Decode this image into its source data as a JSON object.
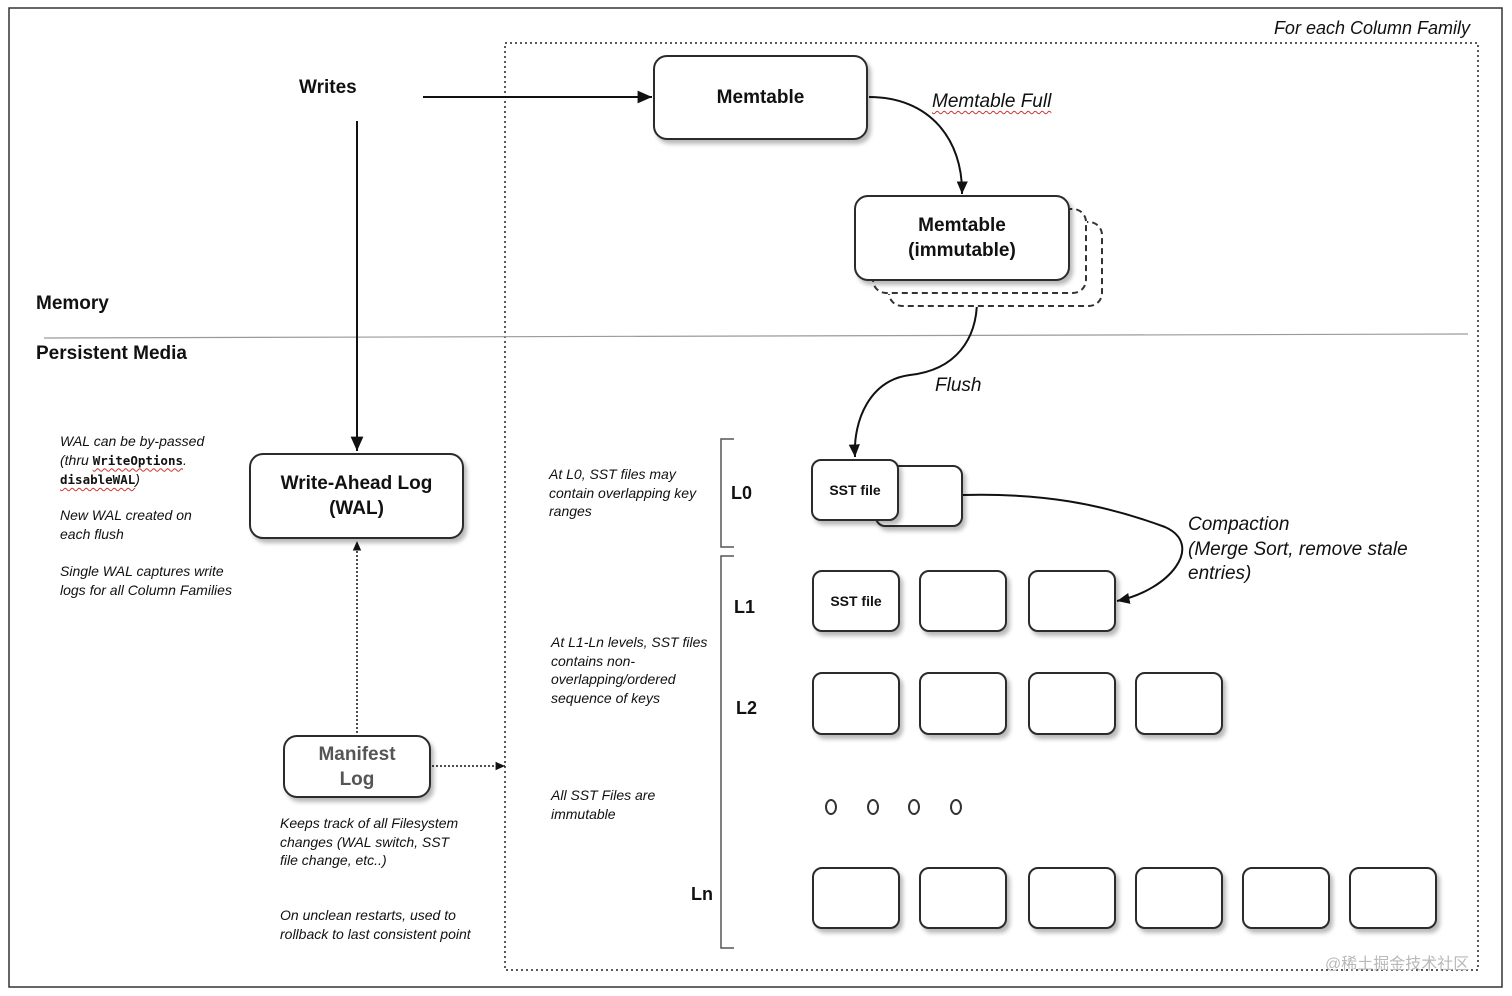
{
  "regions": {
    "column_family_label": "For each Column Family",
    "memory_label": "Memory",
    "persistent_label": "Persistent Media"
  },
  "nodes": {
    "writes": "Writes",
    "memtable": "Memtable",
    "immutable_line1": "Memtable",
    "immutable_line2": "(immutable)",
    "wal_line1": "Write-Ahead Log",
    "wal_line2": "(WAL)",
    "manifest_line1": "Manifest",
    "manifest_line2": "Log",
    "sst_file": "SST file"
  },
  "edges": {
    "memtable_full": "Memtable Full",
    "flush": "Flush",
    "compaction_line1": "Compaction",
    "compaction_line2": "(Merge Sort, remove stale",
    "compaction_line3": "entries)"
  },
  "levels": {
    "l0": "L0",
    "l1": "L1",
    "l2": "L2",
    "ln": "Ln",
    "ellipsis_marks": 4
  },
  "wal_notes": {
    "bypass_line1": "WAL can be by-passed",
    "bypass_line2_prefix": "(thru ",
    "bypass_code1": "WriteOptions",
    "bypass_line2_suffix": ".",
    "bypass_code2": "disableWAL",
    "bypass_line3_suffix": ")",
    "new_wal": "New WAL created on each flush",
    "single_wal": "Single WAL captures write logs for all Column Families"
  },
  "level_notes": {
    "l0_note": "At L0, SST files may contain overlapping key ranges",
    "l1_ln_note": "At L1-Ln levels, SST files contains non-overlapping/ordered sequence of keys",
    "immutable_note": "All SST Files are immutable"
  },
  "manifest_notes": {
    "tracks": "Keeps track of all Filesystem changes (WAL switch, SST file change, etc..)",
    "restarts": "On unclean restarts, used to rollback to last consistent point"
  },
  "watermark": "@稀土掘金技术社区",
  "colors": {
    "line": "#111111",
    "divider": "#9a9a9a",
    "manifest_text": "#555555"
  }
}
